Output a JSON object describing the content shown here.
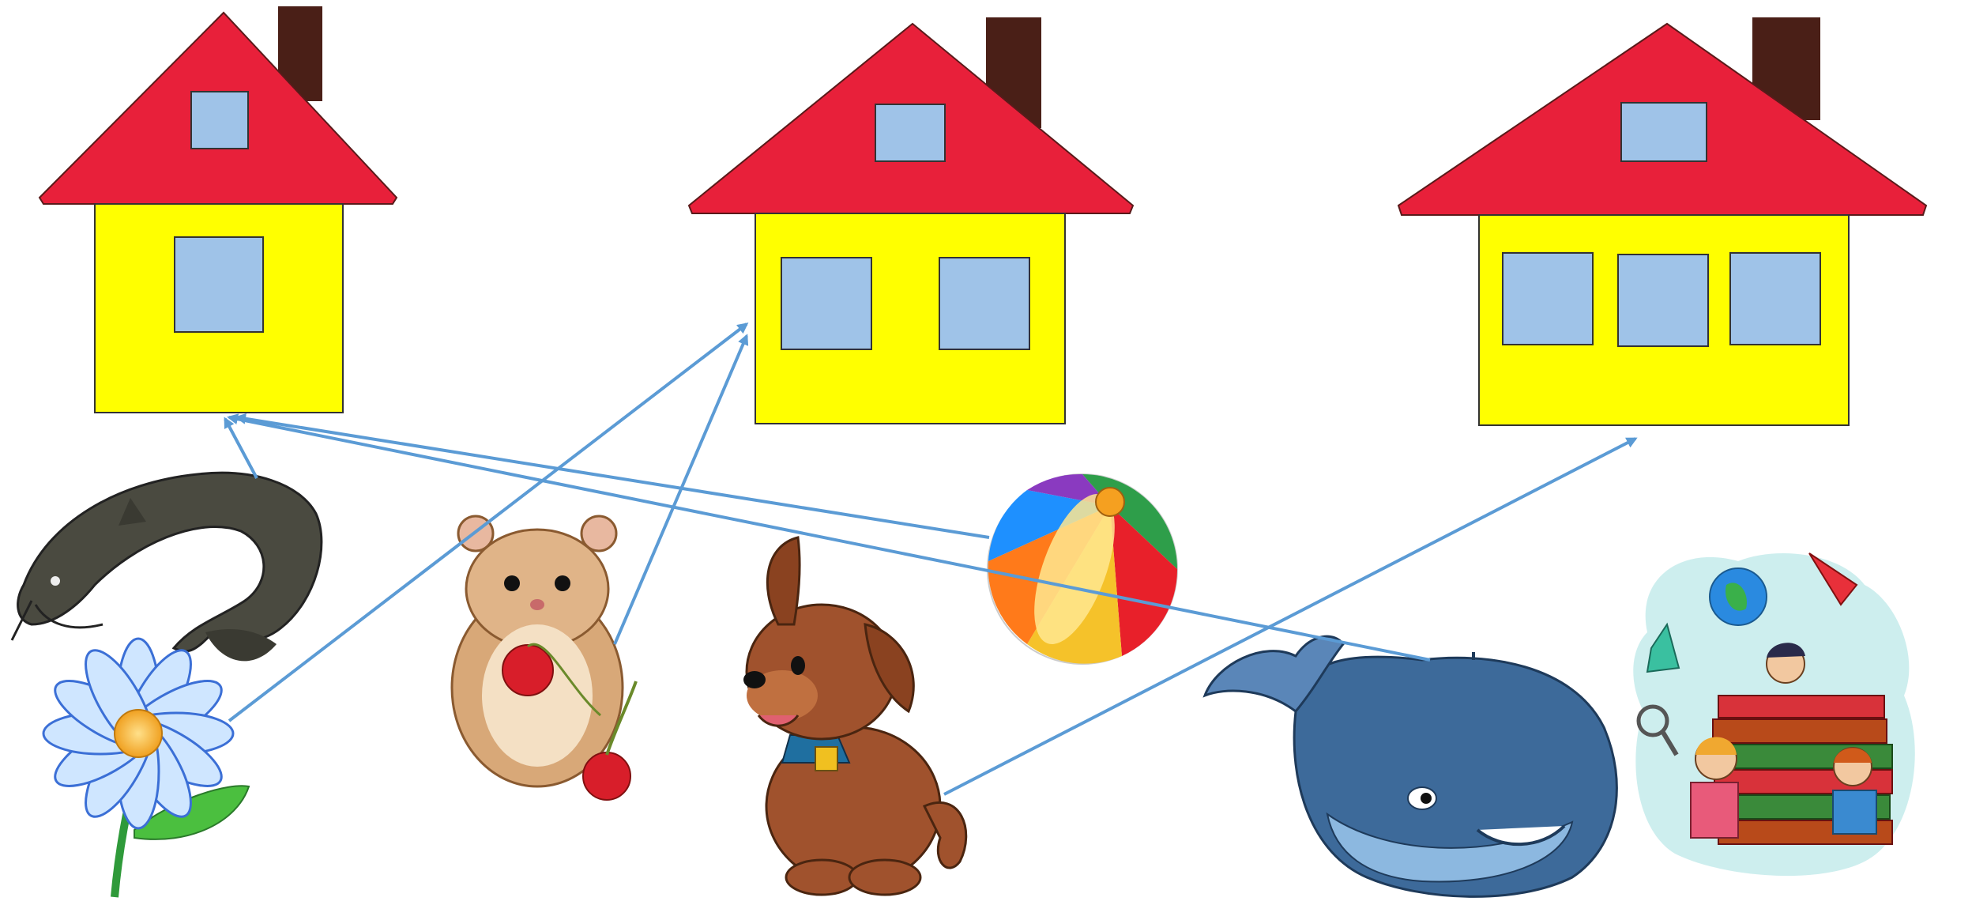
{
  "colors": {
    "roof": "#e8203a",
    "wall": "#ffff00",
    "window": "#9fc3e8",
    "chimney": "#4a1f17",
    "arrow": "#5b9bd5",
    "outline": "#3a3a3a"
  },
  "houses": [
    {
      "name": "house-one-window",
      "window_count": 1
    },
    {
      "name": "house-two-windows",
      "window_count": 2
    },
    {
      "name": "house-three-windows",
      "window_count": 3
    }
  ],
  "pictures": [
    {
      "name": "catfish",
      "icon": "catfish-icon"
    },
    {
      "name": "flower",
      "icon": "flower-icon"
    },
    {
      "name": "hamster",
      "icon": "hamster-with-cherry-icon"
    },
    {
      "name": "puppy",
      "icon": "puppy-icon"
    },
    {
      "name": "ball",
      "icon": "beach-ball-icon"
    },
    {
      "name": "whale",
      "icon": "whale-icon"
    },
    {
      "name": "kids-books",
      "icon": "children-reading-books-icon"
    }
  ],
  "arrows": [
    {
      "from": "catfish",
      "to": "house-one-window"
    },
    {
      "from": "ball",
      "to": "house-one-window"
    },
    {
      "from": "whale",
      "to": "house-one-window"
    },
    {
      "from": "flower",
      "to": "house-two-windows"
    },
    {
      "from": "hamster",
      "to": "house-two-windows"
    },
    {
      "from": "puppy",
      "to": "house-three-windows"
    }
  ]
}
